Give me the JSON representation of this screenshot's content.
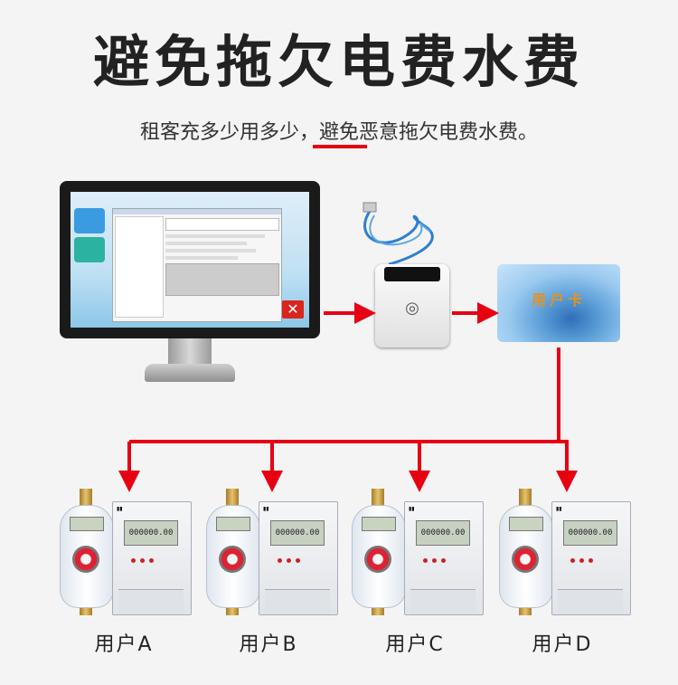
{
  "header": {
    "title": "避免拖欠电费水费",
    "subtitle_plain": "租客充多少用多少，",
    "subtitle_highlight": "避免恶意拖欠电费水费。"
  },
  "card": {
    "label": "用户卡"
  },
  "close_icon": "close-icon",
  "users": [
    {
      "label": "用户A",
      "reading": "000000.00"
    },
    {
      "label": "用户B",
      "reading": "000000.00"
    },
    {
      "label": "用户C",
      "reading": "000000.00"
    },
    {
      "label": "用户D",
      "reading": "000000.00"
    }
  ],
  "colors": {
    "arrow": "#e60012",
    "accent_underline": "#e60012",
    "card_text": "#e8911a"
  }
}
